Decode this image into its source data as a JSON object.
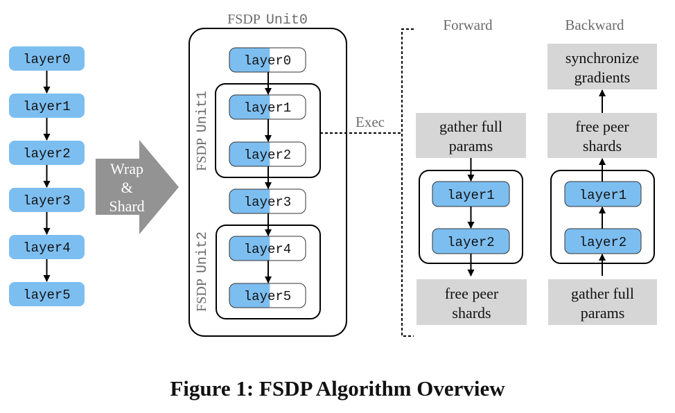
{
  "colors": {
    "layer_fill": "#7dbef0",
    "gray_box": "#d6d6d6",
    "wrap_arrow": "#939393",
    "label_gray": "#6b6b6b",
    "line": "#000000"
  },
  "original_model": {
    "layers": [
      "layer0",
      "layer1",
      "layer2",
      "layer3",
      "layer4",
      "layer5"
    ]
  },
  "wrap_arrow": {
    "lines": [
      "Wrap",
      "&",
      "Shard"
    ]
  },
  "fsdp_units": {
    "unit0": {
      "prefix": "FSDP",
      "name": "Unit0",
      "layers": [
        "layer0",
        "layer3"
      ]
    },
    "unit1": {
      "prefix": "FSDP",
      "name": "Unit1",
      "layers": [
        "layer1",
        "layer2"
      ]
    },
    "unit2": {
      "prefix": "FSDP",
      "name": "Unit2",
      "layers": [
        "layer4",
        "layer5"
      ]
    },
    "shard_fraction": 0.53
  },
  "exec_label": "Exec",
  "forward": {
    "title": "Forward",
    "pre": [
      "gather full",
      "params"
    ],
    "layers": [
      "layer1",
      "layer2"
    ],
    "post": [
      "free peer",
      "shards"
    ]
  },
  "backward": {
    "title": "Backward",
    "top": [
      "synchronize",
      "gradients"
    ],
    "middle": [
      "free peer",
      "shards"
    ],
    "layers": [
      "layer1",
      "layer2"
    ],
    "bottom": [
      "gather full",
      "params"
    ]
  },
  "caption": "Figure 1: FSDP Algorithm Overview"
}
